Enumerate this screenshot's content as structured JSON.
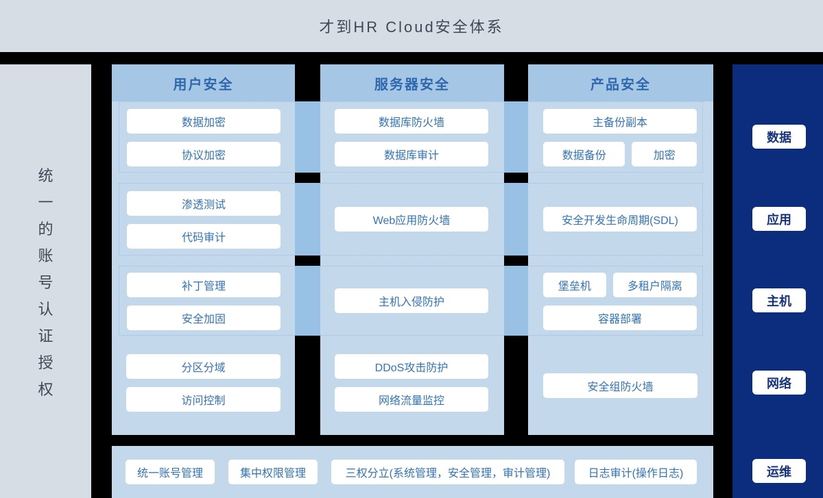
{
  "title": "才到HR Cloud安全体系",
  "left_panel": {
    "vertical_label": "统一的账号认证授权"
  },
  "right_panel": {
    "labels": [
      "数据",
      "应用",
      "主机",
      "网络",
      "运维"
    ]
  },
  "columns": [
    {
      "header": "用户安全",
      "groups": [
        {
          "rows": [
            [
              "数据加密"
            ],
            [
              "协议加密"
            ]
          ]
        },
        {
          "rows": [
            [
              "渗透测试"
            ],
            [
              "代码审计"
            ]
          ]
        },
        {
          "rows": [
            [
              "补丁管理"
            ],
            [
              "安全加固"
            ]
          ]
        },
        {
          "rows": [
            [
              "分区分域"
            ],
            [
              "访问控制"
            ]
          ]
        }
      ]
    },
    {
      "header": "服务器安全",
      "groups": [
        {
          "rows": [
            [
              "数据库防火墙"
            ],
            [
              "数据库审计"
            ]
          ]
        },
        {
          "rows": [
            [
              "Web应用防火墙"
            ]
          ]
        },
        {
          "rows": [
            [
              "主机入侵防护"
            ]
          ]
        },
        {
          "rows": [
            [
              "DDoS攻击防护"
            ],
            [
              "网络流量监控"
            ]
          ]
        }
      ]
    },
    {
      "header": "产品安全",
      "groups": [
        {
          "rows": [
            [
              "主备份副本"
            ],
            [
              "数据备份",
              "加密"
            ]
          ]
        },
        {
          "rows": [
            [
              "安全开发生命周期(SDL)"
            ]
          ]
        },
        {
          "rows": [
            [
              "堡垒机",
              "多租户隔离"
            ],
            [
              "容器部署"
            ]
          ]
        },
        {
          "rows": [
            [
              "安全组防火墙"
            ]
          ]
        }
      ]
    }
  ],
  "bottom_bar": {
    "items": [
      "统一账号管理",
      "集中权限管理",
      "三权分立(系统管理，安全管理，审计管理)",
      "日志审计(操作日志)"
    ]
  },
  "colors": {
    "background": "#000000",
    "banner_bg": "#d7dde5",
    "column_bg": "#c4d8eb",
    "column_header_bg": "#a6c6e5",
    "bridge_blue": "#98c1e5",
    "right_panel_navy": "#0c2c7d",
    "button_text_blue": "#3273bb",
    "column_header_text": "#2e68ac",
    "title_text": "#3e4956",
    "dashed_border": "#9dbeda"
  }
}
